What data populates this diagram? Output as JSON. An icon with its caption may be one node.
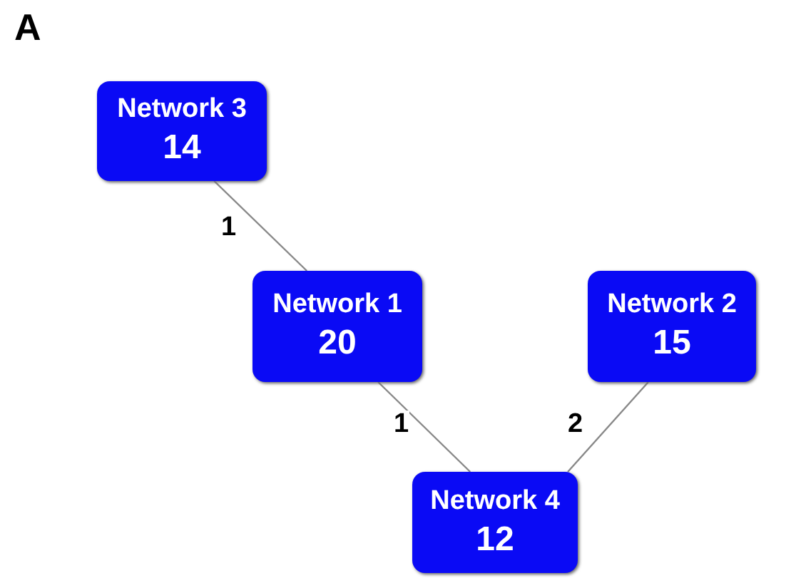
{
  "diagram": {
    "nodes": [
      {
        "text": [
          "Network 3",
          "14"
        ]
      },
      {
        "text": [
          "Network 1",
          "20"
        ]
      },
      {
        "text": [
          "Network 2",
          "15"
        ]
      },
      {
        "text": [
          "Network 4",
          "12"
        ]
      }
    ],
    "edges": [
      {
        "from": 0,
        "to": 1,
        "arrow": "none",
        "label": "1"
      },
      {
        "from": 1,
        "to": 3,
        "arrow": "none",
        "label": "1"
      },
      {
        "from": 2,
        "to": 3,
        "arrow": "none",
        "label": "2"
      }
    ],
    "labels": [
      "A"
    ]
  }
}
